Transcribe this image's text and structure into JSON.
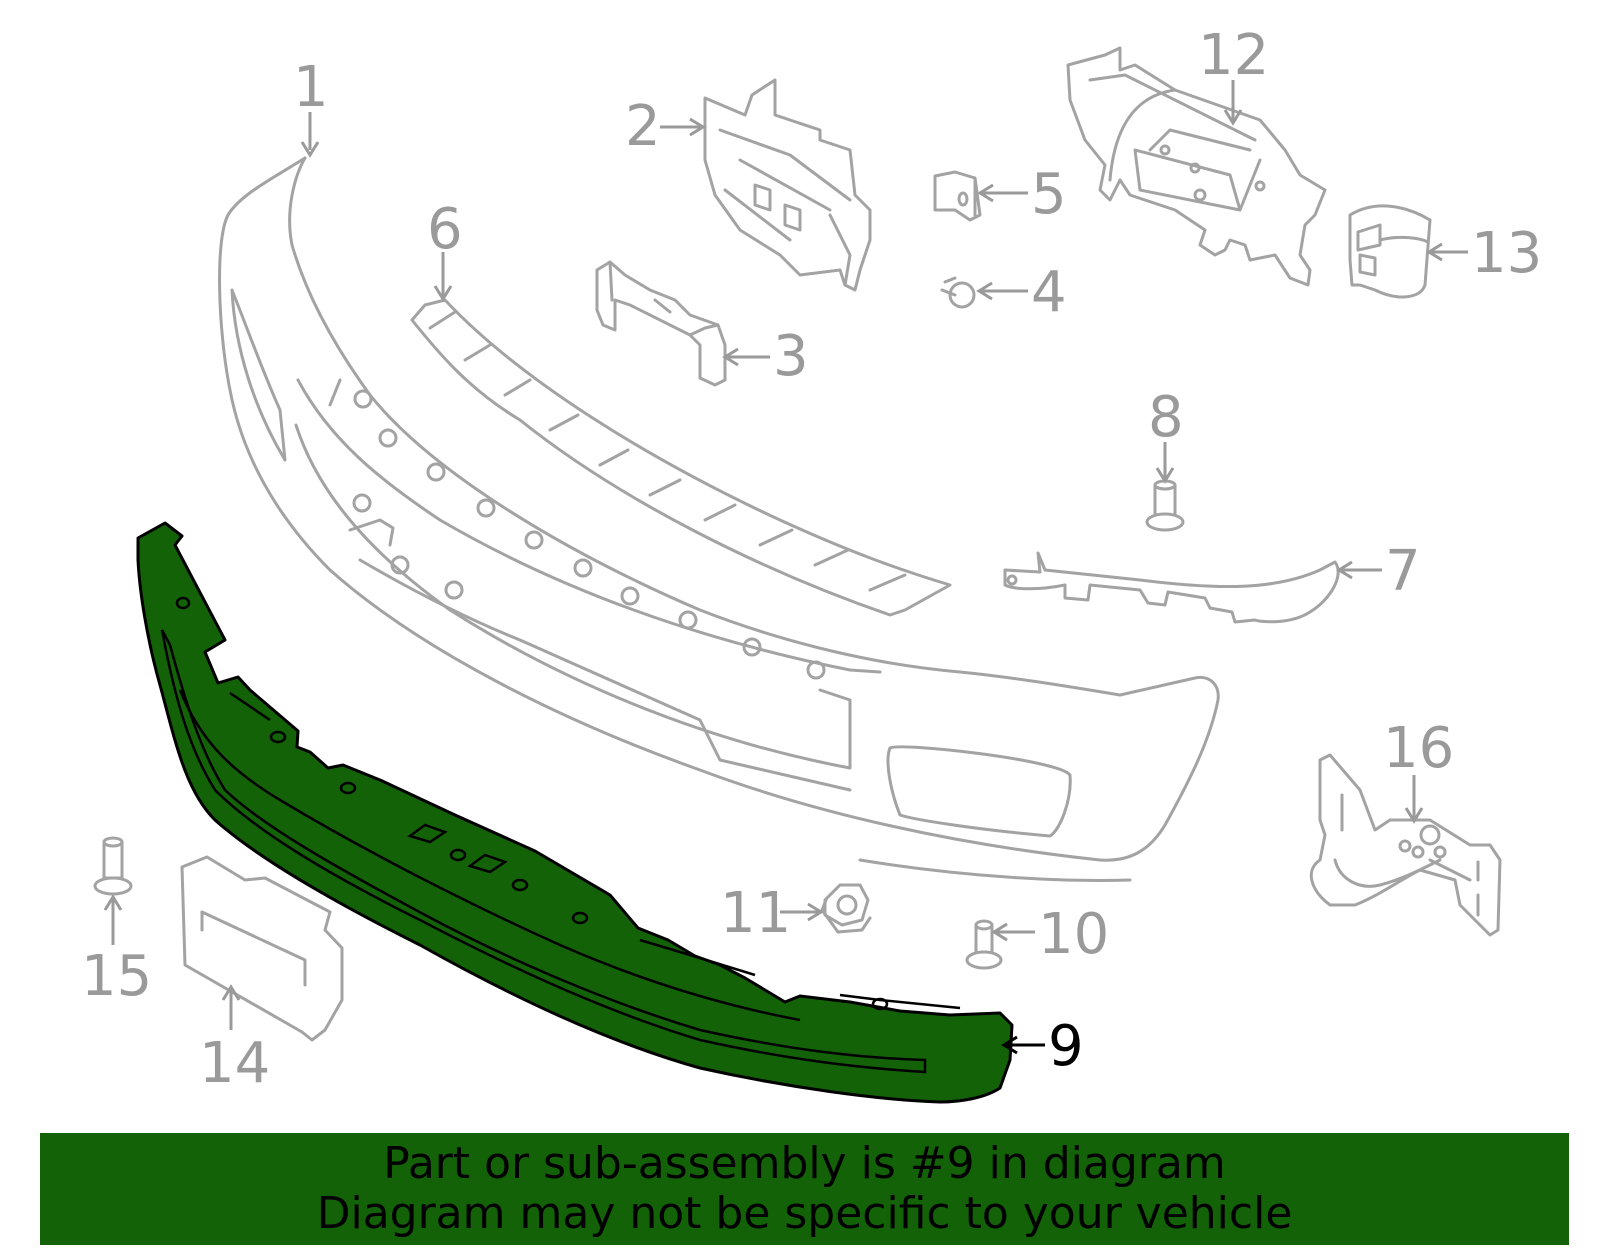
{
  "diagram": {
    "highlight_color": "#136207",
    "outline_color": "#a3a3a3",
    "selected_part": "9",
    "callouts": [
      {
        "id": "1",
        "label": "1"
      },
      {
        "id": "2",
        "label": "2"
      },
      {
        "id": "3",
        "label": "3"
      },
      {
        "id": "4",
        "label": "4"
      },
      {
        "id": "5",
        "label": "5"
      },
      {
        "id": "6",
        "label": "6"
      },
      {
        "id": "7",
        "label": "7"
      },
      {
        "id": "8",
        "label": "8"
      },
      {
        "id": "9",
        "label": "9"
      },
      {
        "id": "10",
        "label": "10"
      },
      {
        "id": "11",
        "label": "11"
      },
      {
        "id": "12",
        "label": "12"
      },
      {
        "id": "13",
        "label": "13"
      },
      {
        "id": "14",
        "label": "14"
      },
      {
        "id": "15",
        "label": "15"
      },
      {
        "id": "16",
        "label": "16"
      }
    ]
  },
  "banner": {
    "background": "#136207",
    "line1": "Part or sub-assembly is #9 in diagram",
    "line2": "Diagram may not be specific to your vehicle"
  }
}
